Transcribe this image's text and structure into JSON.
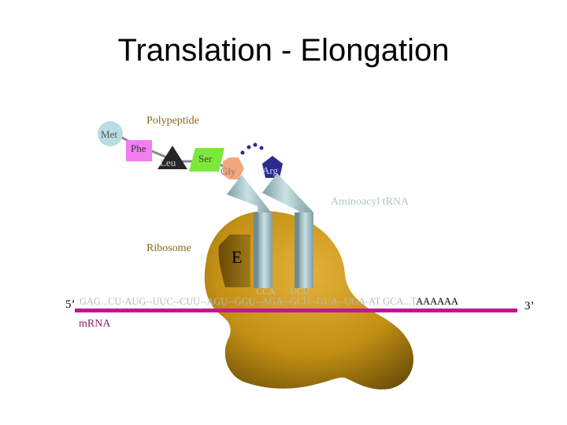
{
  "title": "Translation - Elongation",
  "labels": {
    "polypeptide": "Polypeptide",
    "aminoacyl_trna": "Aminoacyl tRNA",
    "ribosome": "Ribosome",
    "e_site": "E",
    "mrna": "mRNA",
    "five_prime": "5’",
    "three_prime": "3’"
  },
  "amino_acids": {
    "met": "Met",
    "phe": "Phe",
    "leu": "Leu",
    "ser": "Ser",
    "gly": "Gly",
    "arg": "Arg"
  },
  "anticodons": {
    "p_site": "CCA",
    "a_site": "UCU"
  },
  "mrna_sequence": {
    "main": "GAG...CU-AUG--UUC--CUU--AGU--GGU--AGA--GCU--GUA--UGA-AT GCA...T",
    "poly_a": "AAAAAA"
  },
  "colors": {
    "met": "#b8dde3",
    "phe": "#f27ef2",
    "leu": "#262626",
    "ser": "#7ee83a",
    "gly": "#f4a77f",
    "arg": "#2b2b8f",
    "ribosome": "#b8860b",
    "trna": "#9fc2c7",
    "mrna_line": "#c0169a",
    "label_text": "#b0c8cc"
  }
}
